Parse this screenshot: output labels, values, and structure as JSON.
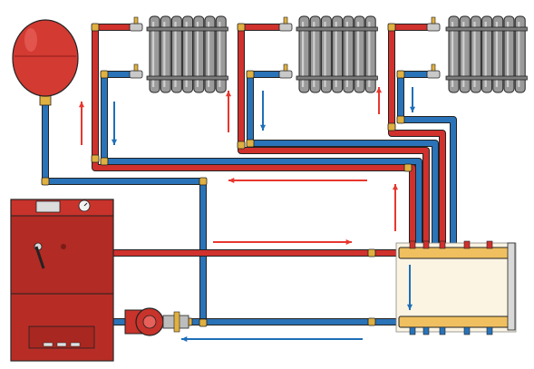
{
  "diagram": {
    "kind": "heating-system-schematic",
    "colors": {
      "supply_pipe": "#d0312d",
      "return_pipe": "#2a73b8",
      "supply_arrow": "#e8372f",
      "return_arrow": "#1f6fb8",
      "radiator": "#9a9a9a",
      "boiler": "#c8332b",
      "expansion_tank": "#d33a32",
      "pump": "#c8332b",
      "manifold_supply": "#f0c060",
      "manifold_return": "#f0c060",
      "fitting": "#e0b040",
      "outline": "#222222"
    },
    "components": [
      {
        "id": "expansion-tank",
        "icon": "expansion-tank-icon"
      },
      {
        "id": "radiator-1",
        "icon": "radiator-icon"
      },
      {
        "id": "radiator-2",
        "icon": "radiator-icon"
      },
      {
        "id": "radiator-3",
        "icon": "radiator-icon"
      },
      {
        "id": "boiler",
        "icon": "boiler-icon"
      },
      {
        "id": "circulation-pump",
        "icon": "pump-icon"
      },
      {
        "id": "distribution-manifold",
        "icon": "manifold-icon"
      }
    ],
    "flow_arrows": [
      {
        "id": "arrow-rad1-up",
        "flow": "supply",
        "direction": "up"
      },
      {
        "id": "arrow-rad1-down",
        "flow": "return",
        "direction": "down"
      },
      {
        "id": "arrow-rad2-up",
        "flow": "supply",
        "direction": "up"
      },
      {
        "id": "arrow-rad2-down",
        "flow": "return",
        "direction": "down"
      },
      {
        "id": "arrow-rad3-up",
        "flow": "supply",
        "direction": "up"
      },
      {
        "id": "arrow-rad3-down",
        "flow": "return",
        "direction": "down"
      },
      {
        "id": "arrow-top-return-left",
        "flow": "supply",
        "direction": "left"
      },
      {
        "id": "arrow-manifold-up",
        "flow": "supply",
        "direction": "up"
      },
      {
        "id": "arrow-supply-right",
        "flow": "supply",
        "direction": "right"
      },
      {
        "id": "arrow-manifold-down",
        "flow": "return",
        "direction": "down"
      },
      {
        "id": "arrow-return-left",
        "flow": "return",
        "direction": "left"
      }
    ]
  }
}
